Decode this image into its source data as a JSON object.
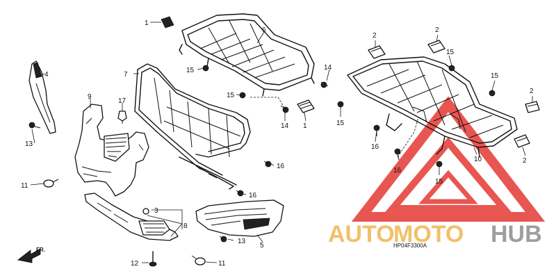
{
  "callouts": {
    "n1": "1",
    "n2": "2",
    "n3": "3",
    "n4": "4",
    "n5": "5",
    "n6": "6",
    "n7": "7",
    "n8": "8",
    "n9": "9",
    "n10": "10",
    "n11": "11",
    "n12": "12",
    "n13": "13",
    "n14": "14",
    "n15": "15",
    "n15b": "15",
    "n16": "16",
    "n17": "17"
  },
  "diagram_code": "HP04F3300A",
  "direction_label": "FR.",
  "watermark": {
    "part1": "AUTO",
    "part2": "MOTO",
    "part3": "HUB"
  },
  "colors": {
    "watermark_red": "#e53935",
    "watermark_gold": "#f2c06a",
    "watermark_gray": "#9e9e9e",
    "line": "#111111"
  }
}
